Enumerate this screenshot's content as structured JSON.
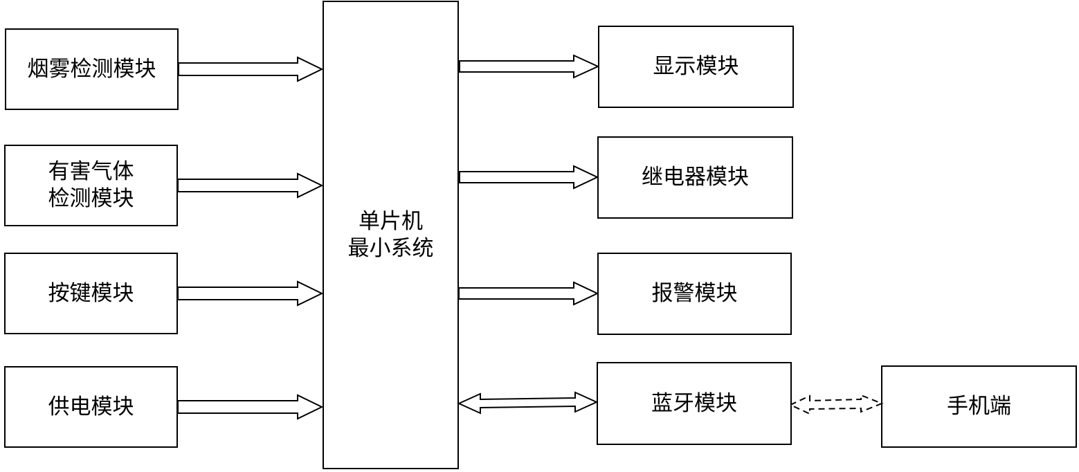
{
  "left_modules": [
    {
      "line1": "烟雾检测模块",
      "line2": ""
    },
    {
      "line1": "有害气体",
      "line2": "检测模块"
    },
    {
      "line1": "按键模块",
      "line2": ""
    },
    {
      "line1": "供电模块",
      "line2": ""
    }
  ],
  "center": {
    "line1": "单片机",
    "line2": "最小系统"
  },
  "right_modules": [
    {
      "label": "显示模块"
    },
    {
      "label": "继电器模块"
    },
    {
      "label": "报警模块"
    },
    {
      "label": "蓝牙模块"
    }
  ],
  "phone": {
    "label": "手机端"
  },
  "colors": {
    "stroke": "#000000",
    "background": "#ffffff"
  }
}
